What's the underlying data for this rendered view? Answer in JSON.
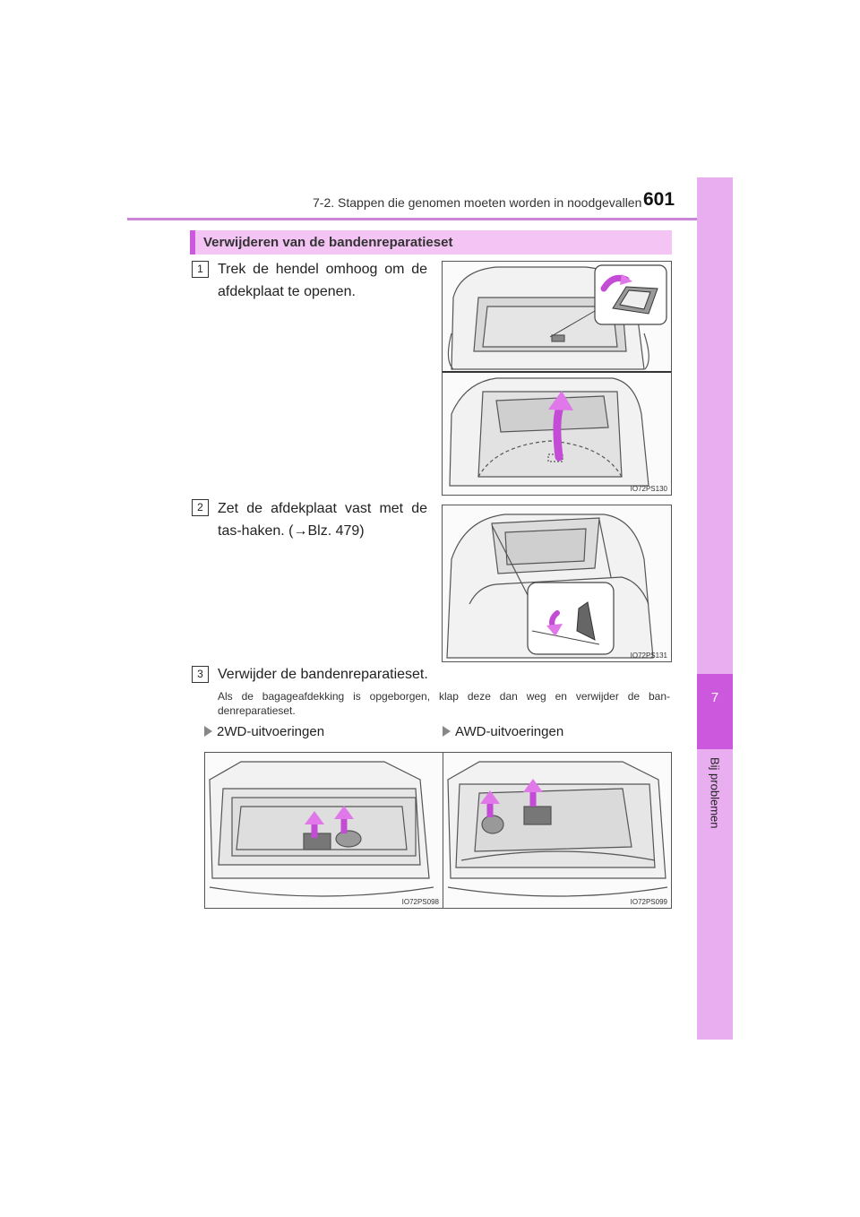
{
  "header": {
    "section_path": "7-2. Stappen die genomen moeten worden in noodgevallen",
    "page_number": "601"
  },
  "side_tab": {
    "chapter_number": "7",
    "chapter_title": "Bij problemen",
    "accent_color": "#cc58dd",
    "tab_color": "#e9aef0"
  },
  "section": {
    "title": "Verwijderen van de bandenreparatieset"
  },
  "steps": [
    {
      "number": "1",
      "text": "Trek de hendel omhoog om de afdekplaat te openen."
    },
    {
      "number": "2",
      "text": "Zet de afdekplaat vast met de tas-haken. (→Blz. 479)"
    },
    {
      "number": "3",
      "text": "Verwijder de bandenreparatieset."
    }
  ],
  "note": "Als de bagageafdekking is opgeborgen, klap deze dan weg en verwijder de ban-denreparatieset.",
  "variants": [
    {
      "label": "2WD-uitvoeringen"
    },
    {
      "label": "AWD-uitvoeringen"
    }
  ],
  "figures": {
    "fig1_code": "IO72PS130",
    "fig2_code": "IO72PS131",
    "fig3_code": "IO72PS098",
    "fig4_code": "IO72PS099"
  }
}
